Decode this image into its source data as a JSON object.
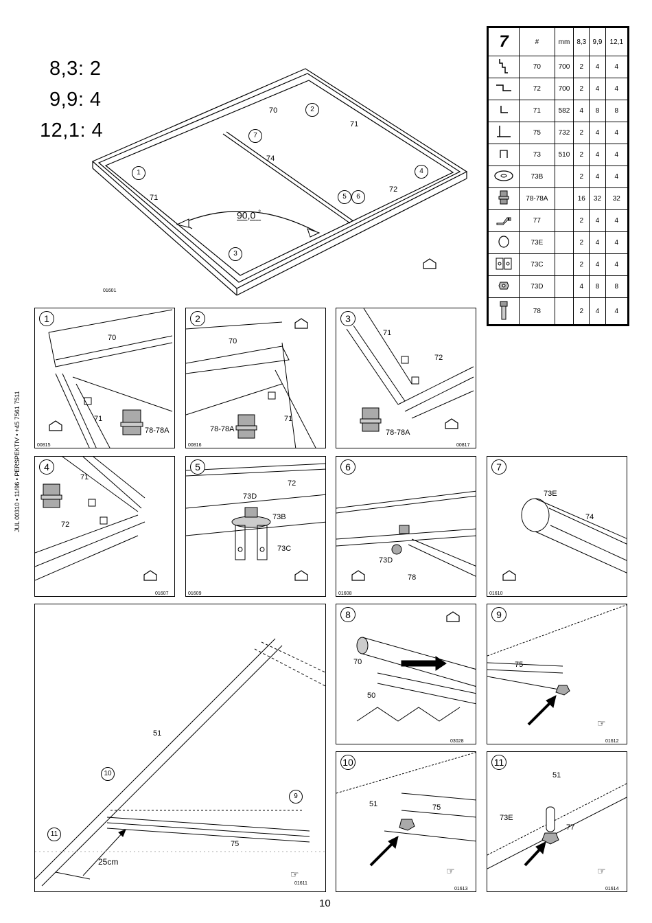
{
  "quantities": [
    "8,3: 2",
    "9,9: 4",
    "12,1: 4"
  ],
  "overview": {
    "code": "01601",
    "angle": "90,0",
    "angle_unit": "°",
    "parts": [
      "70",
      "71",
      "74",
      "71",
      "72"
    ],
    "callouts": [
      "1",
      "2",
      "3",
      "4",
      "5",
      "6",
      "7"
    ]
  },
  "table": {
    "step": "7",
    "headers": [
      "#",
      "mm",
      "8,3",
      "9,9",
      "12,1"
    ],
    "rows": [
      {
        "icon": "profile-70-icon",
        "num": "70",
        "mm": "700",
        "a": "2",
        "b": "4",
        "c": "4"
      },
      {
        "icon": "profile-72-icon",
        "num": "72",
        "mm": "700",
        "a": "2",
        "b": "4",
        "c": "4"
      },
      {
        "icon": "profile-71-icon",
        "num": "71",
        "mm": "582",
        "a": "4",
        "b": "8",
        "c": "8"
      },
      {
        "icon": "profile-75-icon",
        "num": "75",
        "mm": "732",
        "a": "2",
        "b": "4",
        "c": "4"
      },
      {
        "icon": "profile-73-icon",
        "num": "73",
        "mm": "510",
        "a": "2",
        "b": "4",
        "c": "4"
      },
      {
        "icon": "washer-icon",
        "num": "73B",
        "mm": "",
        "a": "2",
        "b": "4",
        "c": "4"
      },
      {
        "icon": "bolt-nut-icon",
        "num": "78-78A",
        "mm": "",
        "a": "16",
        "b": "32",
        "c": "32"
      },
      {
        "icon": "clip-icon",
        "num": "77",
        "mm": "",
        "a": "2",
        "b": "4",
        "c": "4"
      },
      {
        "icon": "end-cap-icon",
        "num": "73E",
        "mm": "",
        "a": "2",
        "b": "4",
        "c": "4"
      },
      {
        "icon": "bracket-icon",
        "num": "73C",
        "mm": "",
        "a": "2",
        "b": "4",
        "c": "4"
      },
      {
        "icon": "nut-icon",
        "num": "73D",
        "mm": "",
        "a": "4",
        "b": "8",
        "c": "8"
      },
      {
        "icon": "bolt-icon",
        "num": "78",
        "mm": "",
        "a": "2",
        "b": "4",
        "c": "4"
      }
    ]
  },
  "side_text": "JUL 00310 • 11/96 • PERSPEKTIV • +45 7561 7511",
  "panels": {
    "p1": {
      "num": "1",
      "code": "00815",
      "labels": [
        "70",
        "71",
        "78-78A"
      ]
    },
    "p2": {
      "num": "2",
      "code": "00816",
      "labels": [
        "70",
        "78-78A",
        "71"
      ]
    },
    "p3": {
      "num": "3",
      "code": "00817",
      "labels": [
        "71",
        "72",
        "78-78A"
      ]
    },
    "p4": {
      "num": "4",
      "code": "01607",
      "labels": [
        "71",
        "72"
      ]
    },
    "p5": {
      "num": "5",
      "code": "01609",
      "labels": [
        "72",
        "73D",
        "73B",
        "73C"
      ]
    },
    "p6": {
      "num": "6",
      "code": "01608",
      "labels": [
        "73D",
        "78"
      ]
    },
    "p7": {
      "num": "7",
      "code": "01610",
      "labels": [
        "73E",
        "74"
      ]
    },
    "big": {
      "code": "01611",
      "labels": [
        "51",
        "75",
        "25cm"
      ],
      "callouts": [
        "10",
        "9",
        "11"
      ]
    },
    "p8": {
      "num": "8",
      "code": "03028",
      "labels": [
        "70",
        "50"
      ]
    },
    "p9": {
      "num": "9",
      "code": "01612",
      "labels": [
        "75"
      ]
    },
    "p10": {
      "num": "10",
      "code": "01613",
      "labels": [
        "51",
        "75"
      ]
    },
    "p11": {
      "num": "11",
      "code": "01614",
      "labels": [
        "51",
        "73E",
        "77"
      ]
    }
  },
  "page_number": "10"
}
